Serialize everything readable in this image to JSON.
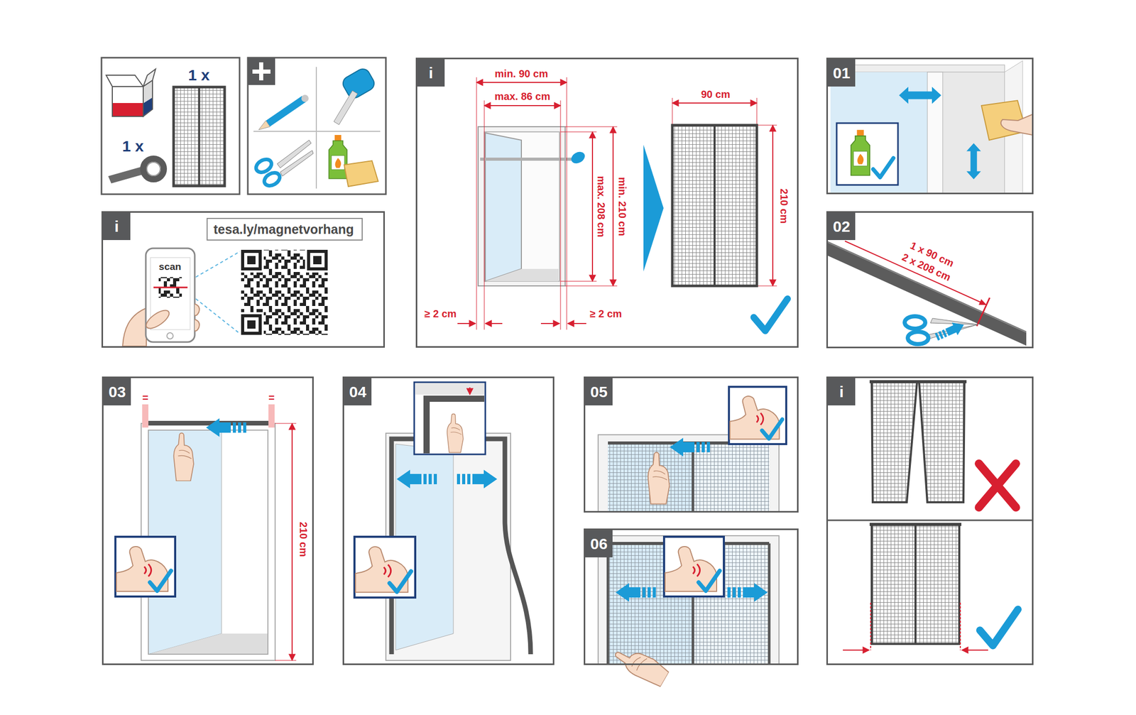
{
  "diagram": {
    "nodes": [
      {
        "text": [
          "i"
        ]
      },
      {
        "text": [
          "tesa.ly/magnetvorhang"
        ],
        "in": 0
      },
      {
        "text": [
          "i"
        ]
      },
      {
        "text": [
          "01"
        ]
      },
      {
        "text": [
          "02"
        ]
      },
      {
        "text": [
          "03"
        ]
      },
      {
        "text": [
          "04"
        ]
      },
      {
        "text": [
          "05"
        ]
      },
      {
        "text": [
          "06"
        ]
      },
      {
        "text": [
          "i"
        ]
      }
    ],
    "labels": [
      "1 x",
      "1 x",
      "scan",
      "min. 90 cm",
      "max. 86 cm",
      "max. 208 cm",
      "min. 210 cm",
      "≥ 2 cm",
      "≥ 2 cm",
      "90 cm",
      "210 cm",
      "1 x 90 cm",
      "2 x 208 cm",
      "=",
      "=",
      "210 cm"
    ]
  }
}
